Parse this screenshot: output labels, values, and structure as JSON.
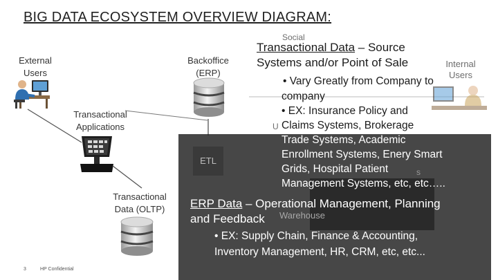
{
  "title": "BIG DATA ECOSYSTEM OVERVIEW DIAGRAM:",
  "nodes": {
    "external_users": "External Users",
    "backoffice": "Backoffice (ERP)",
    "transactional_apps": "Transactional Applications",
    "etl": "ETL",
    "transactional_data": "Transactional Data (OLTP)"
  },
  "background_labels": {
    "social": "Social",
    "internal_users": "Internal Users",
    "partial_u": "U",
    "partial_s": "s",
    "warehouse": "Warehouse"
  },
  "callout": {
    "transactional": {
      "term": "Transactional Data",
      "rest": " – Source",
      "line2": "Systems and/or Point of Sale",
      "bullets": [
        "• Vary Greatly from Company to",
        "company",
        "• EX: Insurance Policy and",
        "Claims Systems, Brokerage",
        "Trade Systems, Academic",
        "Enrollment Systems, Enery Smart",
        "Grids, Hospital Patient",
        "Management Systems, etc, etc….."
      ]
    },
    "erp": {
      "term": "ERP Data",
      "rest": " – Operational Management, Planning",
      "line2": "and Feedback",
      "bullets": [
        "• EX: Supply Chain, Finance & Accounting,",
        "Inventory Management, HR, CRM, etc, etc..."
      ]
    }
  },
  "footer": {
    "page_number": "3",
    "confidential": "HP Confidential"
  },
  "colors": {
    "overlay": "#1f1f1f",
    "title": "#222222",
    "db_silver": "#c9c9c9"
  },
  "icons": {
    "users": "user-at-workstation-icon",
    "pos": "pos-terminal-icon",
    "db": "database-icon"
  }
}
